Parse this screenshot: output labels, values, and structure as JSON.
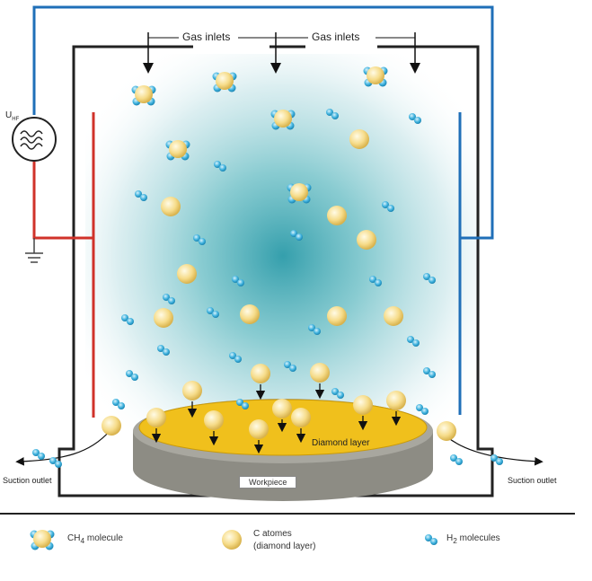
{
  "labels": {
    "gas_inlets_left": "Gas inlets",
    "gas_inlets_right": "Gas inlets",
    "voltage_source": "U",
    "voltage_subscript": "HF",
    "suction_outlet_left": "Suction outlet",
    "suction_outlet_right": "Suction outlet",
    "diamond_layer": "Diamond layer",
    "workpiece": "Workpiece"
  },
  "legend": {
    "ch4": {
      "prefix": "CH",
      "sub": "4",
      "suffix": " molecule"
    },
    "c_atoms": {
      "line1": "C atomes",
      "line2": "(diamond layer)"
    },
    "h2": {
      "prefix": "H",
      "sub": "2",
      "suffix": " molecules"
    }
  },
  "colors": {
    "chamber_wall": "#222222",
    "electrode_red": "#d0322a",
    "electrode_blue": "#1f6fb8",
    "plasma_center": "#2a9aa8",
    "diamond_layer": "#f0c01c",
    "workpiece": "#8d8c84",
    "c_atom": "#f6dc8a",
    "h2": "#3fb2de"
  }
}
